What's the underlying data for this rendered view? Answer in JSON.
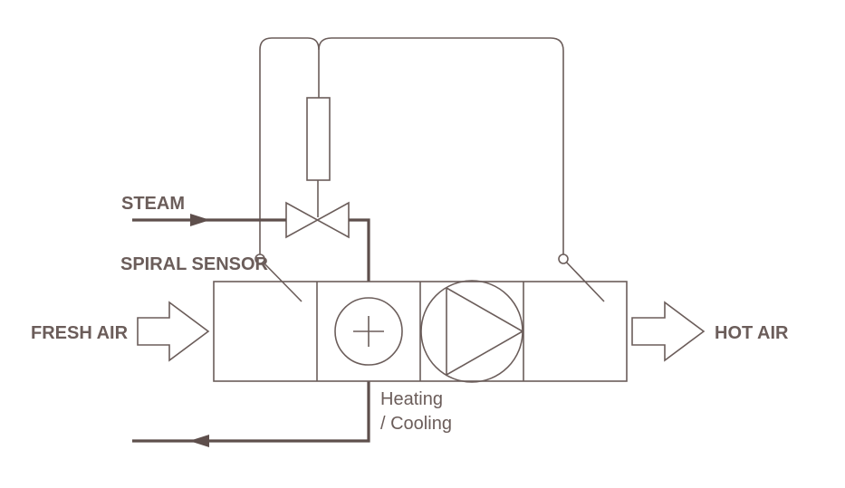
{
  "labels": {
    "steam": "STEAM",
    "spiral_sensor": "SPIRAL SENSOR",
    "fresh_air": "FRESH AIR",
    "hot_air": "HOT AIR",
    "heating_line1": "Heating",
    "heating_line2": "/ Cooling"
  },
  "colors": {
    "line": "#5e4f4c",
    "text": "#6b5d5a",
    "background": "#ffffff"
  }
}
